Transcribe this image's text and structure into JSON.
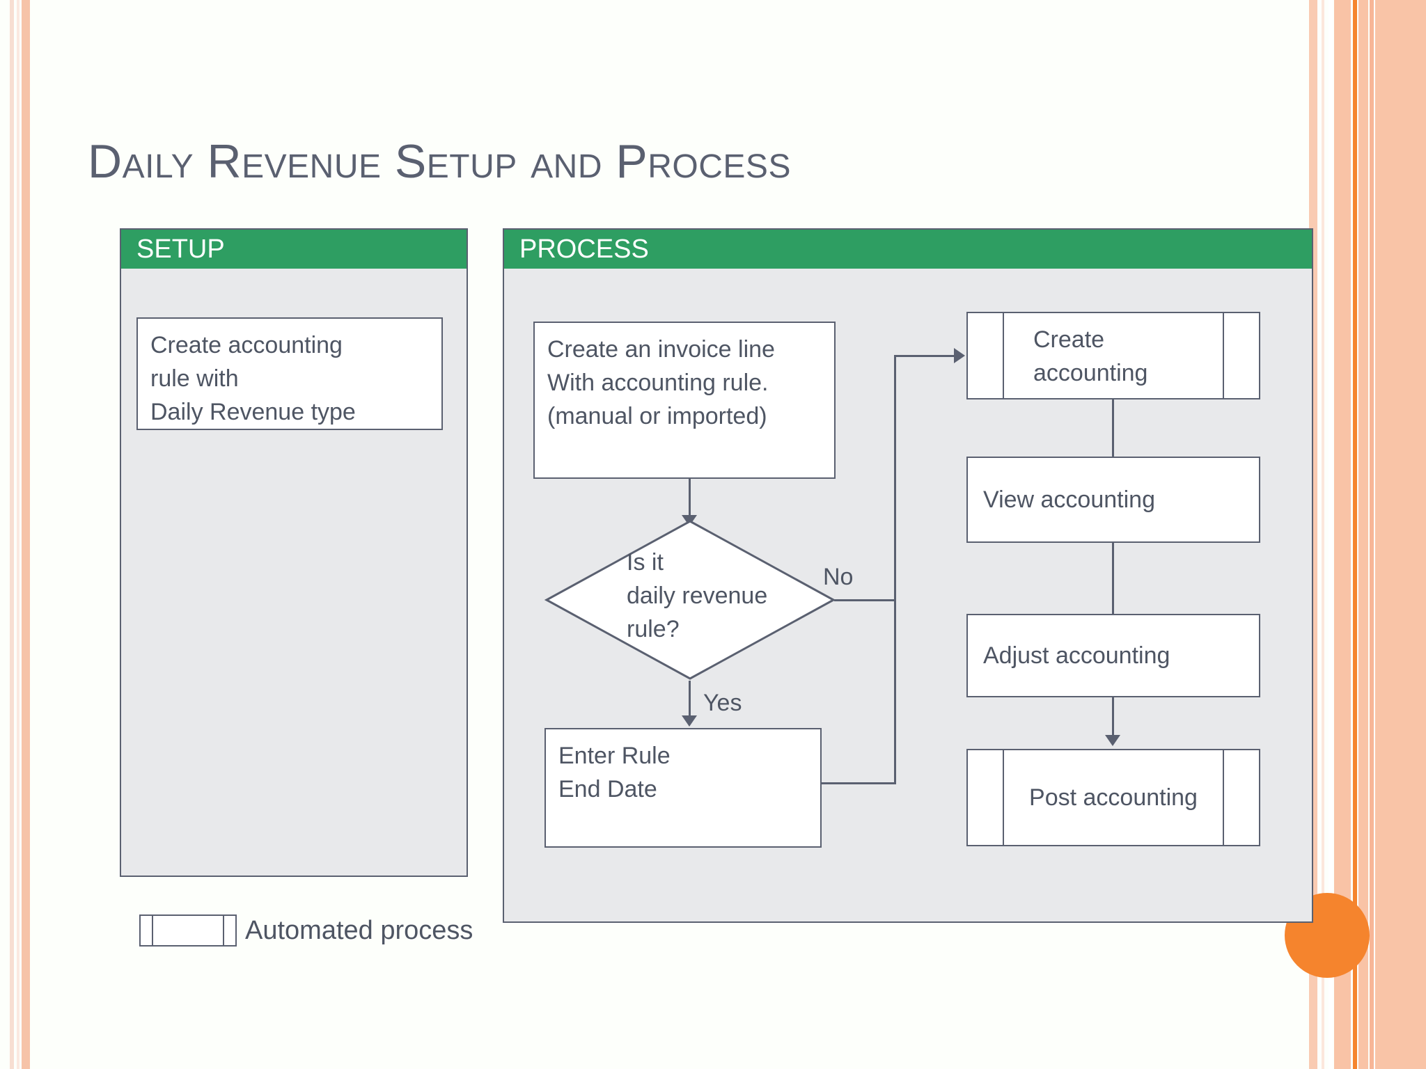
{
  "slide": {
    "title": "Daily Revenue Setup and Process",
    "background_color": "#fdfffb",
    "accent_green": "#2e9e62",
    "accent_orange": "#f5842d",
    "line_color": "#5a6070",
    "panel_fill": "#e8e9eb"
  },
  "setup_panel": {
    "header": "SETUP",
    "boxes": [
      {
        "id": "create-rule",
        "text": "Create accounting\nrule with\nDaily Revenue type"
      }
    ]
  },
  "process_panel": {
    "header": "PROCESS",
    "boxes": [
      {
        "id": "create-invoice-line",
        "text": "Create an invoice line\nWith accounting rule.\n(manual or imported)"
      },
      {
        "id": "decision",
        "text": "Is it\ndaily revenue\nrule?"
      },
      {
        "id": "enter-rule-end-date",
        "text": "Enter Rule\nEnd Date"
      },
      {
        "id": "create-accounting",
        "text": "Create\naccounting"
      },
      {
        "id": "view-accounting",
        "text": "View accounting"
      },
      {
        "id": "adjust-accounting",
        "text": "Adjust accounting"
      },
      {
        "id": "post-accounting",
        "text": "Post accounting"
      }
    ],
    "edge_labels": {
      "no": "No",
      "yes": "Yes"
    }
  },
  "legend": {
    "label": "Automated process",
    "shape_icon": "automated-process-icon"
  }
}
